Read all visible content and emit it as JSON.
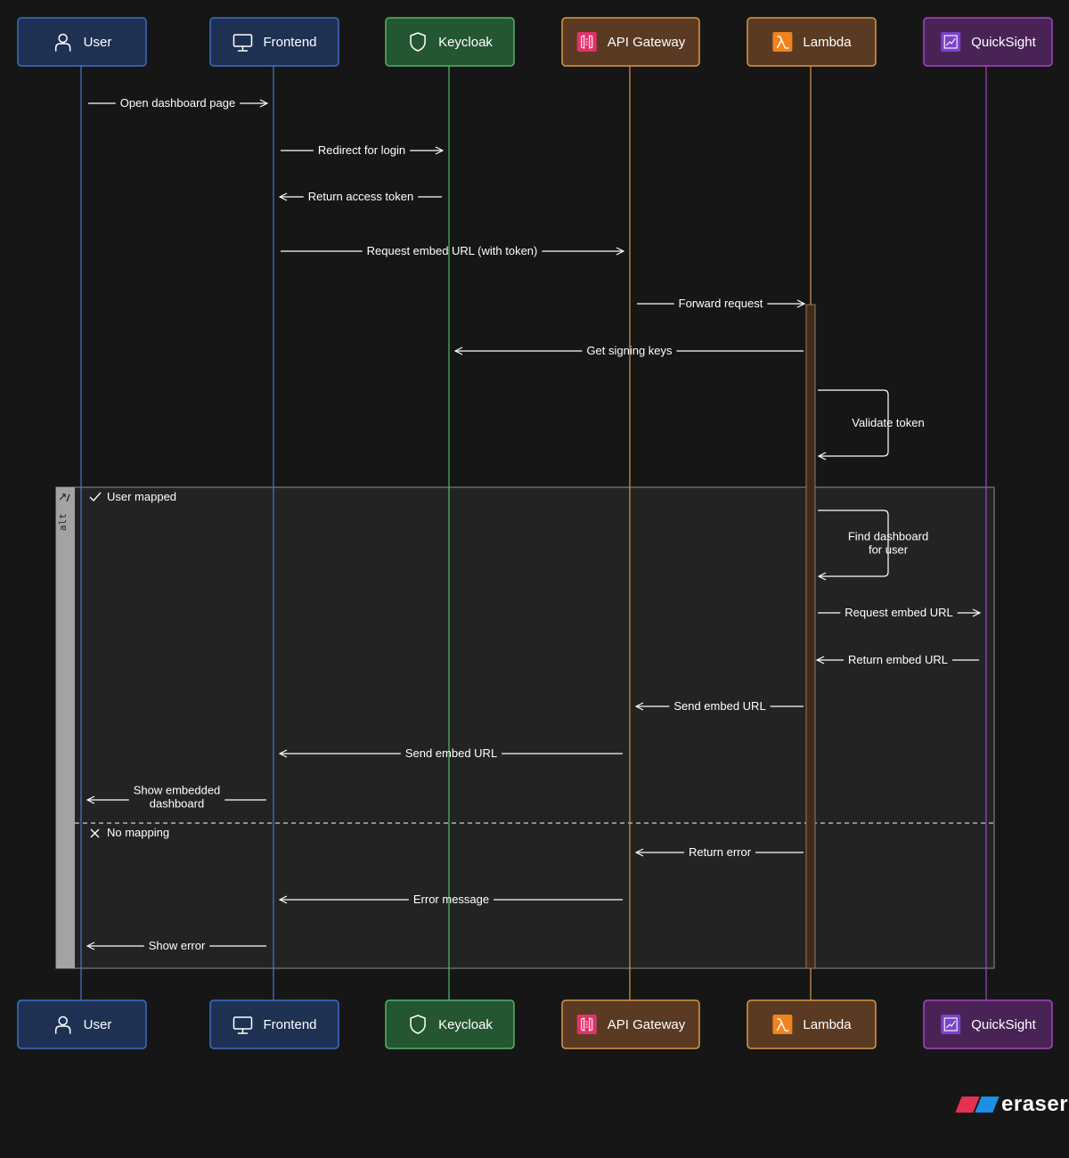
{
  "participants": [
    {
      "id": "user",
      "label": "User",
      "icon": "user-icon",
      "fill": "#1e3153",
      "border": "#3f6fc2",
      "line": "#4a78cc"
    },
    {
      "id": "frontend",
      "label": "Frontend",
      "icon": "monitor-icon",
      "fill": "#1e3153",
      "border": "#3f6fc2",
      "line": "#4a78cc"
    },
    {
      "id": "keycloak",
      "label": "Keycloak",
      "icon": "shield-icon",
      "fill": "#255632",
      "border": "#4fb56a",
      "line": "#53ba6c"
    },
    {
      "id": "api-gateway",
      "label": "API Gateway",
      "icon": "api-gateway-icon",
      "fill": "#5a3a22",
      "border": "#d9974a",
      "line": "#d9974a"
    },
    {
      "id": "lambda",
      "label": "Lambda",
      "icon": "lambda-icon",
      "fill": "#5a3a22",
      "border": "#d9974a",
      "line": "#d9974a"
    },
    {
      "id": "quicksight",
      "label": "QuickSight",
      "icon": "quicksight-icon",
      "fill": "#4a2356",
      "border": "#a447c2",
      "line": "#a447c2"
    }
  ],
  "messages": [
    {
      "from": "user",
      "to": "frontend",
      "text": "Open dashboard page"
    },
    {
      "from": "frontend",
      "to": "keycloak",
      "text": "Redirect for login"
    },
    {
      "from": "keycloak",
      "to": "frontend",
      "text": "Return access token"
    },
    {
      "from": "frontend",
      "to": "api-gateway",
      "text": "Request embed URL (with token)"
    },
    {
      "from": "api-gateway",
      "to": "lambda",
      "text": "Forward request"
    },
    {
      "from": "lambda",
      "to": "keycloak",
      "text": "Get signing keys"
    },
    {
      "from": "lambda",
      "to": "lambda",
      "text": "Validate token"
    },
    {
      "from": "lambda",
      "to": "lambda",
      "text": "Find dashboard for user"
    },
    {
      "from": "lambda",
      "to": "quicksight",
      "text": "Request embed URL"
    },
    {
      "from": "quicksight",
      "to": "lambda",
      "text": "Return embed URL"
    },
    {
      "from": "lambda",
      "to": "api-gateway",
      "text": "Send embed URL"
    },
    {
      "from": "api-gateway",
      "to": "frontend",
      "text": "Send embed URL"
    },
    {
      "from": "frontend",
      "to": "user",
      "text": "Show embedded dashboard"
    },
    {
      "from": "lambda",
      "to": "api-gateway",
      "text": "Return error"
    },
    {
      "from": "api-gateway",
      "to": "frontend",
      "text": "Error message"
    },
    {
      "from": "frontend",
      "to": "user",
      "text": "Show error"
    }
  ],
  "alt_block": {
    "label": "alt",
    "branches": [
      {
        "label": "User mapped",
        "icon": "check-icon"
      },
      {
        "label": "No mapping",
        "icon": "close-icon"
      }
    ]
  },
  "branding": {
    "text": "eraser"
  }
}
